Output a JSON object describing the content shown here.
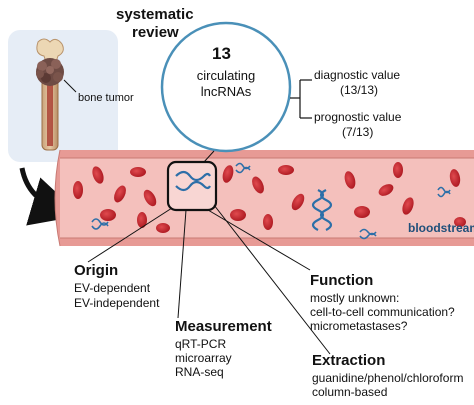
{
  "title": {
    "line1": "systematic",
    "line2": "review"
  },
  "review_circle": {
    "count": "13",
    "line1": "circulating",
    "line2": "lncRNAs"
  },
  "outcomes": {
    "diagnostic": {
      "label": "diagnostic value",
      "value": "(13/13)"
    },
    "prognostic": {
      "label": "prognostic value",
      "value": "(7/13)"
    }
  },
  "bone_label": "bone tumor",
  "vessel_label": "bloodstream",
  "sections": {
    "origin": {
      "heading": "Origin",
      "items": [
        "EV-dependent",
        "EV-independent"
      ]
    },
    "measurement": {
      "heading": "Measurement",
      "items": [
        "qRT-PCR",
        "microarray",
        "RNA-seq"
      ]
    },
    "function": {
      "heading": "Function",
      "items": [
        "mostly unknown:",
        "cell-to-cell communication?",
        "micrometastases?"
      ]
    },
    "extraction": {
      "heading": "Extraction",
      "items": [
        "guanidine/phenol/chloroform",
        "column-based"
      ]
    }
  },
  "colors": {
    "vessel_fill": "#f6c9c6",
    "vessel_wall": "#d98a86",
    "rbc": "#c8222a",
    "circle_stroke": "#4a90b8",
    "rna_blue": "#2d6fa8",
    "bone_panel": "#e6edf6"
  }
}
